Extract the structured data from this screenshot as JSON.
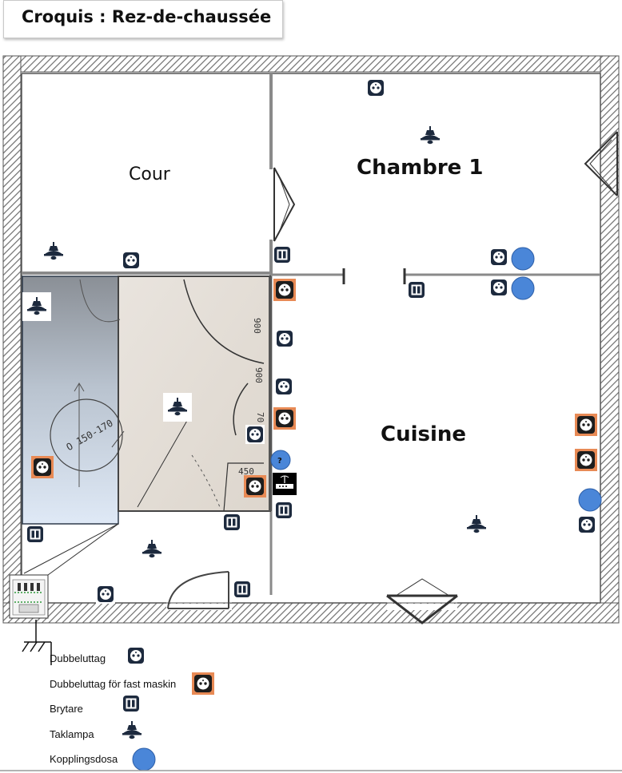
{
  "title": "Croquis : Rez-de-chaussée",
  "rooms": {
    "cour": "Cour",
    "chambre": "Chambre 1",
    "cuisine": "Cuisine"
  },
  "photo_annotations": [
    "900",
    "900",
    "70",
    "450"
  ],
  "photo_note": "O 150-170",
  "junction_unknown_mark": "?",
  "legend": {
    "double_outlet": "Dubbeluttag",
    "fixed_machine_outlet": "Dubbeluttag  för fast maskin",
    "switch": "Brytare",
    "ceiling_lamp": "Taklampa",
    "junction_box": "Kopplingsdosa"
  },
  "colors": {
    "wall_hatch": "#6e6e6e",
    "icon_dark": "#1d2a3e",
    "fixed_outlet_border": "#e07a3a",
    "junction_blue": "#4a86d8"
  },
  "icons": [
    "double-outlet-icon",
    "fixed-machine-outlet-icon",
    "switch-icon",
    "ceiling-lamp-icon",
    "junction-box-icon",
    "distribution-panel-icon",
    "router-icon",
    "ground-symbol-icon",
    "door-arc-icon",
    "window-icon"
  ]
}
